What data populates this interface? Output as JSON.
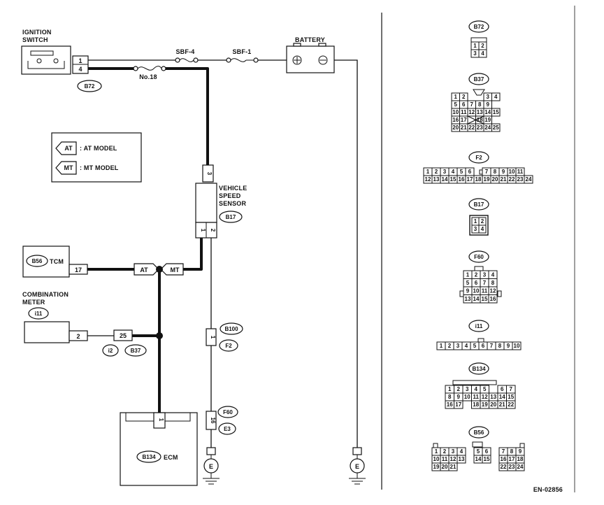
{
  "components": {
    "ignition_switch": {
      "label_line1": "IGNITION",
      "label_line2": "SWITCH",
      "pin_top": "1",
      "pin_bottom": "4",
      "connector": "B72"
    },
    "fuse_sbf4": "SBF-4",
    "fuse_sbf1": "SBF-1",
    "fuse_no18": "No.18",
    "battery": {
      "label": "BATTERY",
      "plus": "+",
      "minus": "−"
    },
    "legend": {
      "at_tag": "AT",
      "at_text": ": AT MODEL",
      "mt_tag": "MT",
      "mt_text": ": MT MODEL"
    },
    "vss": {
      "line1": "VEHICLE",
      "line2": "SPEED",
      "line3": "SENSOR",
      "connector": "B17",
      "pin_top": "3",
      "pin_left": "1",
      "pin_right": "2"
    },
    "tcm": {
      "connector": "B56",
      "label": "TCM",
      "pin": "17"
    },
    "at_tag": "AT",
    "mt_tag": "MT",
    "combination_meter": {
      "line1": "COMBINATION",
      "line2": "METER",
      "connector": "i11",
      "pin": "2"
    },
    "joint": {
      "pin": "25",
      "left_conn": "i2",
      "right_conn": "B37"
    },
    "conn_b100": {
      "name": "B100",
      "sub": "F2",
      "pin": "1"
    },
    "conn_f60": {
      "name": "F60",
      "sub": "E3",
      "pin": "16"
    },
    "ecm": {
      "connector": "B134",
      "label": "ECM",
      "pin": "1"
    },
    "ground_left": "E",
    "ground_right": "E"
  },
  "connectors": {
    "b72": {
      "name": "B72",
      "pins": [
        "1",
        "2",
        "3",
        "4"
      ]
    },
    "b37": {
      "name": "B37",
      "rows": [
        [
          "1",
          "2",
          "",
          "",
          "3",
          "4"
        ],
        [
          "5",
          "6",
          "7",
          "8",
          "9"
        ],
        [
          "10",
          "11",
          "12",
          "13",
          "14",
          "15"
        ],
        [
          "16",
          "17",
          "",
          "18",
          "19"
        ],
        [
          "20",
          "21",
          "22",
          "23",
          "24",
          "25"
        ]
      ]
    },
    "f2": {
      "name": "F2",
      "row1": [
        "1",
        "2",
        "3",
        "4",
        "5",
        "6",
        "",
        "7",
        "8",
        "9",
        "10",
        "11"
      ],
      "row2": [
        "12",
        "13",
        "14",
        "15",
        "16",
        "17",
        "18",
        "19",
        "20",
        "21",
        "22",
        "23",
        "24"
      ]
    },
    "b17": {
      "name": "B17",
      "pins": [
        "1",
        "2",
        "3",
        "4"
      ]
    },
    "f60": {
      "name": "F60",
      "rows": [
        [
          "1",
          "2",
          "3",
          "4"
        ],
        [
          "5",
          "6",
          "7",
          "8"
        ],
        [
          "9",
          "10",
          "11",
          "12"
        ],
        [
          "13",
          "14",
          "15",
          "16"
        ]
      ]
    },
    "i11": {
      "name": "i11",
      "pins": [
        "1",
        "2",
        "3",
        "4",
        "5",
        "6",
        "7",
        "8",
        "9",
        "10"
      ]
    },
    "b134": {
      "name": "B134",
      "row1": [
        "1",
        "2",
        "3",
        "4",
        "5",
        "",
        "6",
        "7"
      ],
      "row2": [
        "8",
        "9",
        "10",
        "11",
        "12",
        "13",
        "14",
        "15"
      ],
      "row3": [
        "16",
        "17",
        "",
        "18",
        "19",
        "20",
        "21",
        "22"
      ]
    },
    "b56": {
      "name": "B56",
      "row1": [
        "1",
        "2",
        "3",
        "4",
        "",
        "5",
        "6",
        "",
        "7",
        "8",
        "9"
      ],
      "row2": [
        "10",
        "11",
        "12",
        "13",
        "",
        "14",
        "15",
        "",
        "16",
        "17",
        "18"
      ],
      "row3": [
        "19",
        "20",
        "21",
        "",
        "",
        "",
        "",
        "",
        "22",
        "23",
        "24"
      ]
    }
  },
  "figure_code": "EN-02856"
}
